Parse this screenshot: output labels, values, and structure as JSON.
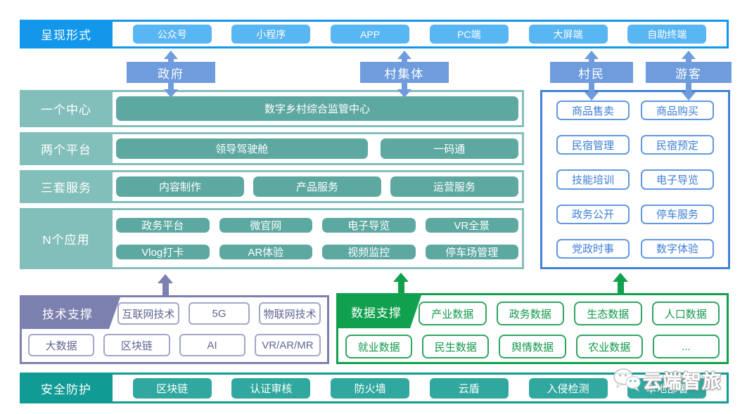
{
  "presentation": {
    "label": "呈现形式",
    "items": [
      "公众号",
      "小程序",
      "APP",
      "PC端",
      "大屏端",
      "自助终端"
    ]
  },
  "stakeholders": [
    "政府",
    "村集体",
    "村民",
    "游客"
  ],
  "left_rows": [
    {
      "label": "一个中心",
      "buttons": [
        "数字乡村综合监管中心"
      ]
    },
    {
      "label": "两个平台",
      "buttons": [
        "领导驾驶舱",
        "一码通"
      ]
    },
    {
      "label": "三套服务",
      "buttons": [
        "内容制作",
        "产品服务",
        "运营服务"
      ]
    },
    {
      "label": "N个应用",
      "buttons": [
        "政务平台",
        "微官网",
        "电子导览",
        "VR全景",
        "Vlog打卡",
        "AR体验",
        "视频监控",
        "停车场管理"
      ]
    }
  ],
  "right_panel": {
    "items": [
      "商品售卖",
      "商品购买",
      "民宿管理",
      "民宿预定",
      "技能培训",
      "电子导览",
      "政务公开",
      "停车服务",
      "党政时事",
      "数字体验"
    ]
  },
  "tech_support": {
    "label": "技术支撑",
    "row1": [
      "互联网技术",
      "5G",
      "物联网技术"
    ],
    "row2": [
      "大数据",
      "区块链",
      "AI",
      "VR/AR/MR"
    ]
  },
  "data_support": {
    "label": "数据支撑",
    "row1": [
      "产业数据",
      "政务数据",
      "生态数据",
      "人口数据"
    ],
    "row2": [
      "就业数据",
      "民生数据",
      "舆情数据",
      "农业数据",
      "..."
    ]
  },
  "security": {
    "label": "安全防护",
    "items": [
      "区块链",
      "认证审核",
      "防火墙",
      "云盾",
      "入侵检测",
      "本地部署"
    ]
  },
  "watermark": {
    "text": "云端智旅"
  },
  "colors": {
    "topbar": "#1397EB",
    "topbar_button": "#58B6F2",
    "stakeholder_blue": "#6E9CDD",
    "teal_row": "#83BFBA",
    "teal_button": "#5DA8A1",
    "right_panel_border": "#4083D9",
    "right_panel_text": "#3E7ED6",
    "tech_purple": "#7C80AE",
    "data_green": "#10A04E",
    "security_teal": "#109B94",
    "security_button": "#31A89F"
  }
}
